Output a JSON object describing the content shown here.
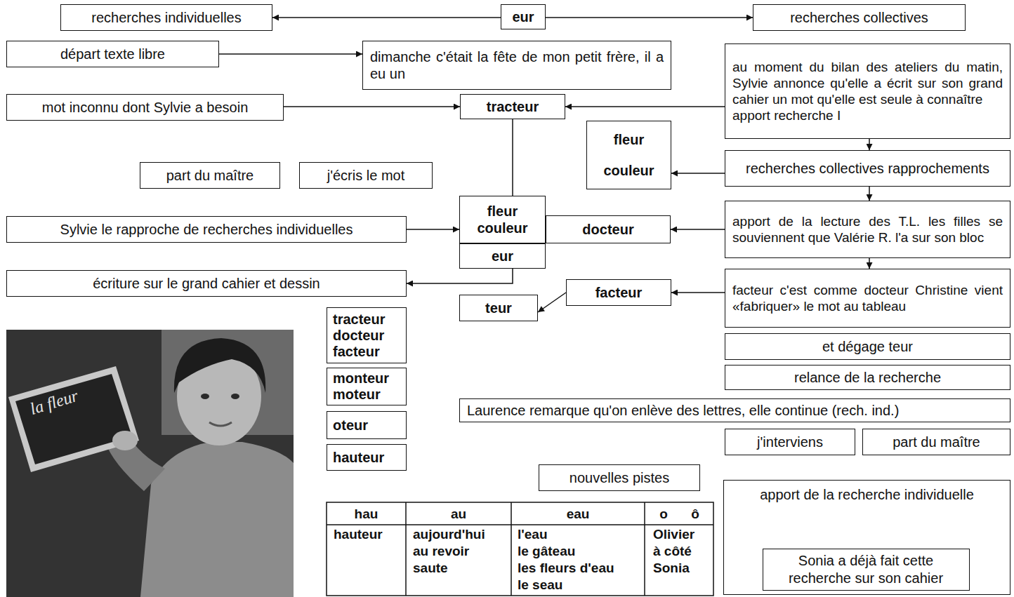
{
  "diagram": {
    "nodes": [
      {
        "text": [
          "recherches individuelles"
        ]
      },
      {
        "text": [
          "eur"
        ]
      },
      {
        "text": [
          "recherches collectives"
        ]
      },
      {
        "text": [
          "départ texte libre"
        ]
      },
      {
        "text": [
          "dimanche c'était la fête de mon petit frère, il a eu un"
        ]
      },
      {
        "text": [
          "au moment du bilan des ateliers du matin, Sylvie annonce qu'elle a écrit sur son grand cahier un mot qu'elle est seule à connaître",
          "apport recherche I"
        ]
      },
      {
        "text": [
          "mot inconnu dont Sylvie a besoin"
        ]
      },
      {
        "text": [
          "tracteur"
        ]
      },
      {
        "text": [
          "fleur",
          "couleur"
        ]
      },
      {
        "text": [
          "recherches collectives rapprochements"
        ]
      },
      {
        "text": [
          "part du maître"
        ]
      },
      {
        "text": [
          "j'écris le mot"
        ]
      },
      {
        "text": [
          "Sylvie le rapproche de recherches individuelles"
        ]
      },
      {
        "text": [
          "fleur",
          "couleur"
        ]
      },
      {
        "text": [
          "eur"
        ]
      },
      {
        "text": [
          "docteur"
        ]
      },
      {
        "text": [
          "apport de la lecture des T.L. les filles se souviennent que Valérie R. l'a sur son bloc"
        ]
      },
      {
        "text": [
          "écriture sur le grand cahier et dessin"
        ]
      },
      {
        "text": [
          "facteur"
        ]
      },
      {
        "text": [
          "teur"
        ]
      },
      {
        "text": [
          "facteur c'est comme docteur Christine vient «fabriquer» le mot au tableau"
        ]
      },
      {
        "text": [
          "et dégage teur"
        ]
      },
      {
        "text": [
          "relance de la recherche"
        ]
      },
      {
        "text": [
          "tracteur",
          "docteur",
          "facteur"
        ]
      },
      {
        "text": [
          "monteur",
          "moteur"
        ]
      },
      {
        "text": [
          "Laurence remarque qu'on enlève des lettres, elle continue (rech. ind.)"
        ]
      },
      {
        "text": [
          "oteur"
        ]
      },
      {
        "text": [
          "hauteur"
        ]
      },
      {
        "text": [
          "j'interviens"
        ]
      },
      {
        "text": [
          "part du maître"
        ]
      },
      {
        "text": [
          "nouvelles pistes"
        ]
      },
      {
        "text": [
          "apport de la recherche individuelle"
        ]
      },
      {
        "text": [
          "Sonia a déjà fait cette recherche sur son cahier"
        ],
        "in": 31
      }
    ],
    "edges": [
      {
        "from": 1,
        "to": 0,
        "arrow": "to"
      },
      {
        "from": 1,
        "to": 2,
        "arrow": "to"
      },
      {
        "from": 3,
        "to": 4,
        "arrow": "to"
      },
      {
        "from": 6,
        "to": 7,
        "arrow": "to"
      },
      {
        "from": 5,
        "to": 7,
        "arrow": "to"
      },
      {
        "from": 7,
        "to": 13,
        "arrow": "none"
      },
      {
        "from": 12,
        "to": 13,
        "arrow": "to"
      },
      {
        "from": 16,
        "to": 15,
        "arrow": "to"
      },
      {
        "from": 14,
        "to": 17,
        "arrow": "to"
      },
      {
        "from": 20,
        "to": 18,
        "arrow": "to"
      },
      {
        "from": 18,
        "to": 19,
        "arrow": "to"
      },
      {
        "from": 9,
        "to": 8,
        "arrow": "to"
      },
      {
        "from": 5,
        "to": 9,
        "arrow": "to"
      },
      {
        "from": 9,
        "to": 16,
        "arrow": "to"
      },
      {
        "from": 16,
        "to": 20,
        "arrow": "to"
      }
    ],
    "labels": [
      "la fleur",
      "hau",
      "au",
      "eau",
      "o",
      "ô",
      "hauteur",
      "aujourd'hui",
      "au revoir",
      "saute",
      "l'eau",
      "le gâteau",
      "les fleurs d'eau",
      "le seau",
      "Olivier",
      "à côté",
      "Sonia"
    ]
  }
}
